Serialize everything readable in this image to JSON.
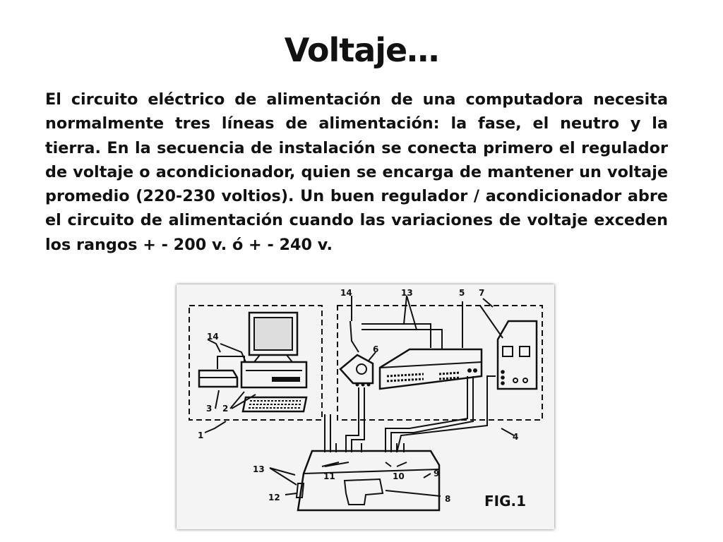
{
  "slide": {
    "title": "Voltaje…",
    "body": "El circuito eléctrico de alimentación de una computadora necesita normalmente tres líneas de alimentación: la fase, el neutro y la tierra. En la secuencia de instalación se conecta primero el regulador de voltaje o acondicionador, quien se encarga de mantener un voltaje promedio (220-230 voltios). Un buen regulador / acondicionador abre el circuito de alimentación cuando las variaciones de voltaje exceden los rangos + - 200 v. ó + - 240 v."
  },
  "figure": {
    "caption": "FIG.1",
    "labels": {
      "l1": "1",
      "l2": "2",
      "l3": "3",
      "l4": "4",
      "l5": "5",
      "l6": "6",
      "l7": "7",
      "l8": "8",
      "l9": "9",
      "l10": "10",
      "l11": "11",
      "l12": "12",
      "l13a": "13",
      "l13b": "13",
      "l14a": "14",
      "l14b": "14"
    }
  }
}
